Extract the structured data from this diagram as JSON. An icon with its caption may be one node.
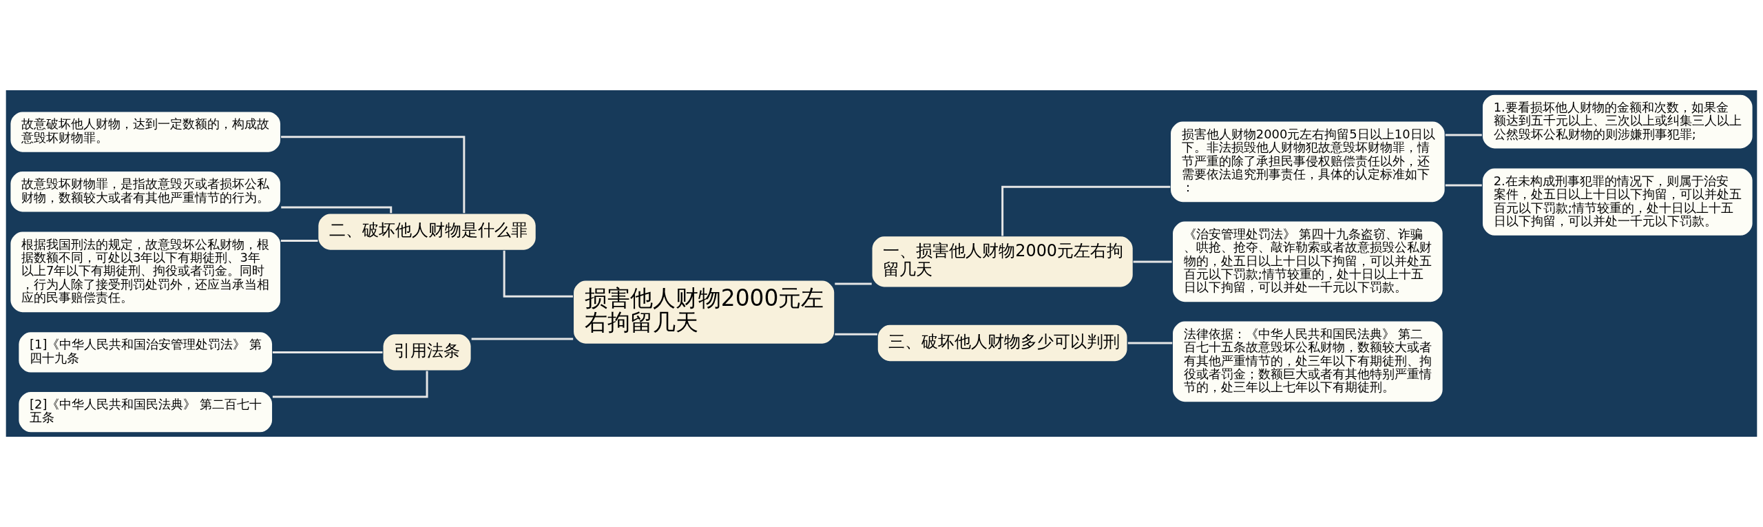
{
  "diagram": {
    "nodes": [
      {
        "text": [
          "损害他人财物2000元左右拘留几天"
        ]
      },
      {
        "text": [
          "二、破坏他人财物是什么罪"
        ]
      },
      {
        "text": [
          "故意破坏他人财物，达到一定数额的，构成故意毁坏财物罪。"
        ]
      },
      {
        "text": [
          "故意毁坏财物罪，是指故意毁灭或者损坏公私财物，数额较大或者有其他严重情节的行为。"
        ]
      },
      {
        "text": [
          "根据我国刑法的规定，故意毁坏公私财物，根据数额不同，可处以3年以下有期徒刑、3年以上7年以下有期徒刑、拘役或者罚金。同时，行为人除了接受刑罚处罚外，还应当承当相应的民事赔偿责任。"
        ]
      },
      {
        "text": [
          "引用法条"
        ]
      },
      {
        "text": [
          "[1]《中华人民共和国治安管理处罚法》 第四十九条"
        ]
      },
      {
        "text": [
          "[2]《中华人民共和国民法典》 第二百七十五条"
        ]
      },
      {
        "text": [
          "一、损害他人财物2000元左右拘留几天"
        ]
      },
      {
        "text": [
          "损害他人财物2000元左右拘留5日以上10日以下。非法损毁他人财物犯故意毁坏财物罪，情节严重的除了承担民事侵权赔偿责任以外，还需要依法追究刑事责任，具体的认定标准如下："
        ]
      },
      {
        "text": [
          "1.要看损坏他人财物的金额和次数，如果金额达到五千元以上、三次以上或纠集三人以上公然毁坏公私财物的则涉嫌刑事犯罪;"
        ]
      },
      {
        "text": [
          "2.在未构成刑事犯罪的情况下，则属于治安案件，处五日以上十日以下拘留，可以并处五百元以下罚款;情节较重的，处十日以上十五日以下拘留，可以并处一千元以下罚款。"
        ]
      },
      {
        "text": [
          "《治安管理处罚法》 第四十九条盗窃、诈骗、哄抢、抢夺、敲诈勒索或者故意损毁公私财物的，处五日以上十日以下拘留，可以并处五百元以下罚款;情节较重的，处十日以上十五日以下拘留，可以并处一千元以下罚款。"
        ]
      },
      {
        "text": [
          "三、破坏他人财物多少可以判刑"
        ]
      },
      {
        "text": [
          "法律依据：《中华人民共和国民法典》 第二百七十五条故意毁坏公私财物，数额较大或者有其他严重情节的，处三年以下有期徒刑、拘役或者罚金；数额巨大或者有其他特别严重情节的，处三年以上七年以下有期徒刑。"
        ]
      }
    ],
    "edges": [
      {
        "from": 0,
        "to": 1,
        "arrow": "none"
      },
      {
        "from": 1,
        "to": 2,
        "arrow": "none"
      },
      {
        "from": 1,
        "to": 3,
        "arrow": "none"
      },
      {
        "from": 1,
        "to": 4,
        "arrow": "none"
      },
      {
        "from": 0,
        "to": 5,
        "arrow": "none"
      },
      {
        "from": 5,
        "to": 6,
        "arrow": "none"
      },
      {
        "from": 5,
        "to": 7,
        "arrow": "none"
      },
      {
        "from": 0,
        "to": 8,
        "arrow": "none"
      },
      {
        "from": 8,
        "to": 9,
        "arrow": "none"
      },
      {
        "from": 9,
        "to": 10,
        "arrow": "none"
      },
      {
        "from": 9,
        "to": 11,
        "arrow": "none"
      },
      {
        "from": 8,
        "to": 12,
        "arrow": "none"
      },
      {
        "from": 0,
        "to": 13,
        "arrow": "none"
      },
      {
        "from": 13,
        "to": 14,
        "arrow": "none"
      }
    ]
  }
}
